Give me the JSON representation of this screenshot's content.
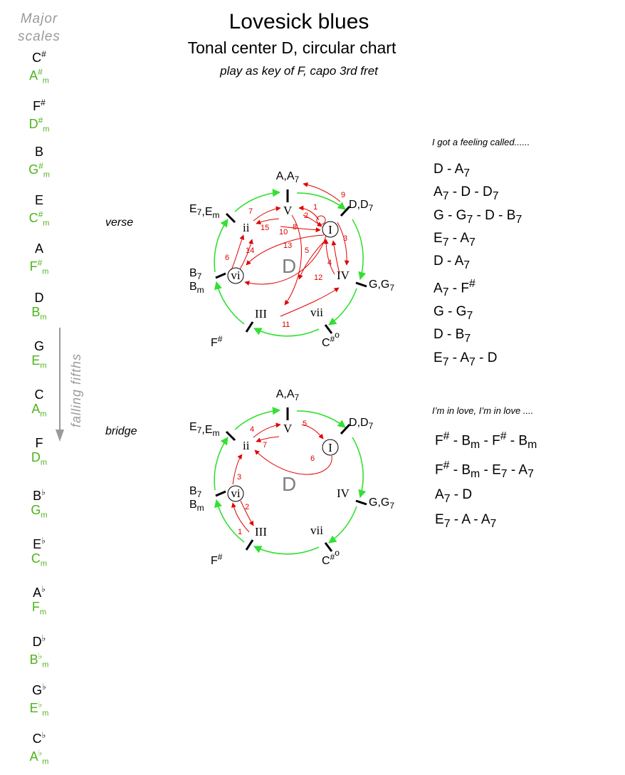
{
  "title": "Lovesick blues",
  "subtitle": "Tonal center D, circular chart",
  "note": "play as key of F, capo 3rd fret",
  "sidebar": {
    "heading_line1": "Major",
    "heading_line2": "scales",
    "arrow_label": "falling fifths",
    "scales": [
      {
        "major": "C#",
        "minor": "A#m"
      },
      {
        "major": "F#",
        "minor": "D#m"
      },
      {
        "major": "B",
        "minor": "G#m"
      },
      {
        "major": "E",
        "minor": "C#m"
      },
      {
        "major": "A",
        "minor": "F#m"
      },
      {
        "major": "D",
        "minor": "Bm"
      },
      {
        "major": "G",
        "minor": "Em"
      },
      {
        "major": "C",
        "minor": "Am"
      },
      {
        "major": "F",
        "minor": "Dm"
      },
      {
        "major": "B♭",
        "minor": "Gm"
      },
      {
        "major": "E♭",
        "minor": "Cm"
      },
      {
        "major": "A♭",
        "minor": "Fm"
      },
      {
        "major": "D♭",
        "minor": "B♭m"
      },
      {
        "major": "G♭",
        "minor": "E♭m"
      },
      {
        "major": "C♭",
        "minor": "A♭m"
      }
    ]
  },
  "colors": {
    "green": "#33e033",
    "red": "#e00000",
    "minor_text": "#4db31a",
    "center_gray": "#808080"
  },
  "verse": {
    "label": "verse",
    "lyric": "I got a feeling called......",
    "progression": [
      "D - A7",
      "A7 - D - D7",
      "G - G7 - D - B7",
      "E7 - A7",
      "D - A7",
      "A7 - F#",
      "G - G7",
      "D - B7",
      "E7 - A7 - D"
    ]
  },
  "bridge": {
    "label": "bridge",
    "lyric": "I’m in love, I’m in love ....",
    "progression": [
      "F# - Bm - F# - Bm",
      "F# - Bm - E7 - A7",
      "A7 - D",
      "E7 - A - A7"
    ]
  },
  "wheel": {
    "center": "D",
    "degrees": {
      "I": "I",
      "V": "V",
      "ii": "ii",
      "vi": "vi",
      "III": "III",
      "vii": "vii",
      "IV": "IV"
    },
    "chords": {
      "top": "A,A7",
      "upper_right": "D,D7",
      "right": "G,G7",
      "lower_right": "C#o",
      "bottom": "F#",
      "left_line1": "B7",
      "left_line2": "Bm",
      "upper_left": "E7,Em"
    },
    "verse_steps": [
      "1",
      "2",
      "3",
      "4",
      "5",
      "6",
      "7",
      "8",
      "9",
      "10",
      "11",
      "12",
      "13",
      "14",
      "15"
    ],
    "bridge_steps": [
      "1",
      "2",
      "3",
      "4",
      "5",
      "6",
      "7"
    ]
  }
}
